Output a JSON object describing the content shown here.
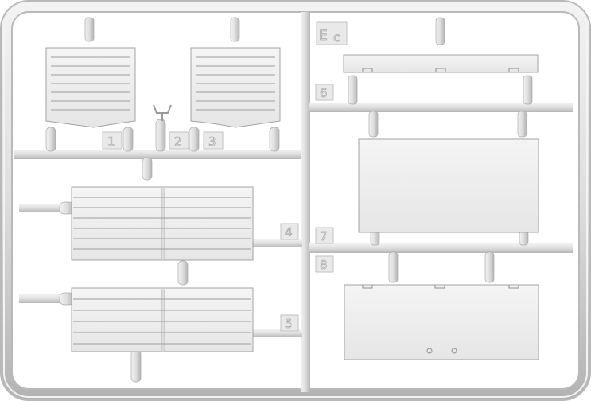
{
  "sprue": {
    "code_main": "E",
    "code_sub": "c",
    "parts": [
      {
        "id": "part-1",
        "number": "1"
      },
      {
        "id": "part-2",
        "number": "2"
      },
      {
        "id": "part-3",
        "number": "3"
      },
      {
        "id": "part-4",
        "number": "4"
      },
      {
        "id": "part-5",
        "number": "5"
      },
      {
        "id": "part-6",
        "number": "6"
      },
      {
        "id": "part-7",
        "number": "7"
      },
      {
        "id": "part-8",
        "number": "8"
      }
    ]
  },
  "colors": {
    "background": "#ffffff",
    "plastic": "#e4e4e4",
    "plastic_shadow": "#b9b9b9",
    "line": "#8f8f8f"
  }
}
